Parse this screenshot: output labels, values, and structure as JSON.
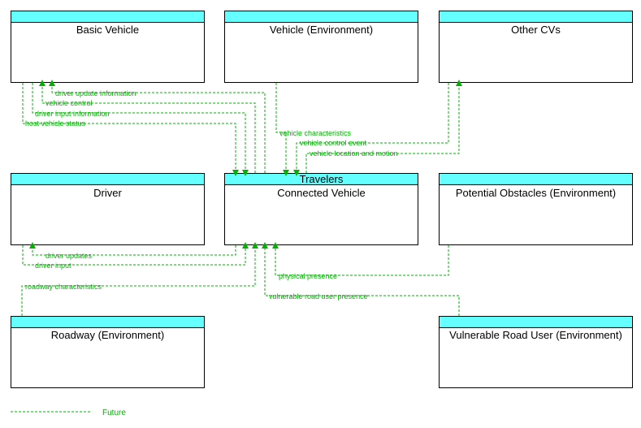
{
  "colors": {
    "header": "#66FFFF",
    "flow": "#00B200",
    "border": "#000000"
  },
  "elements": {
    "basic_vehicle": {
      "title": "Basic Vehicle"
    },
    "vehicle_environment": {
      "title": "Vehicle (Environment)"
    },
    "other_cvs": {
      "title": "Other CVs"
    },
    "driver": {
      "title": "Driver"
    },
    "connected_vehicle": {
      "group": "Travelers",
      "title": "Connected Vehicle"
    },
    "potential_obstacles": {
      "title": "Potential Obstacles (Environment)"
    },
    "roadway_environment": {
      "title": "Roadway (Environment)"
    },
    "vulnerable_road_user": {
      "title": "Vulnerable Road User (Environment)"
    }
  },
  "flows": {
    "driver_update_information": "driver update information",
    "vehicle_control": "vehicle control",
    "driver_input_information": "driver input information",
    "host_vehicle_status": "host vehicle status",
    "vehicle_characteristics": "vehicle characteristics",
    "vehicle_control_event": "vehicle control event",
    "vehicle_location_and_motion": "vehicle location and motion",
    "driver_updates": "driver updates",
    "driver_input": "driver input",
    "roadway_characteristics": "roadway characteristics",
    "physical_presence": "physical presence",
    "vulnerable_road_user_presence": "vulnerable road user presence"
  },
  "legend": {
    "future_label": "Future"
  }
}
